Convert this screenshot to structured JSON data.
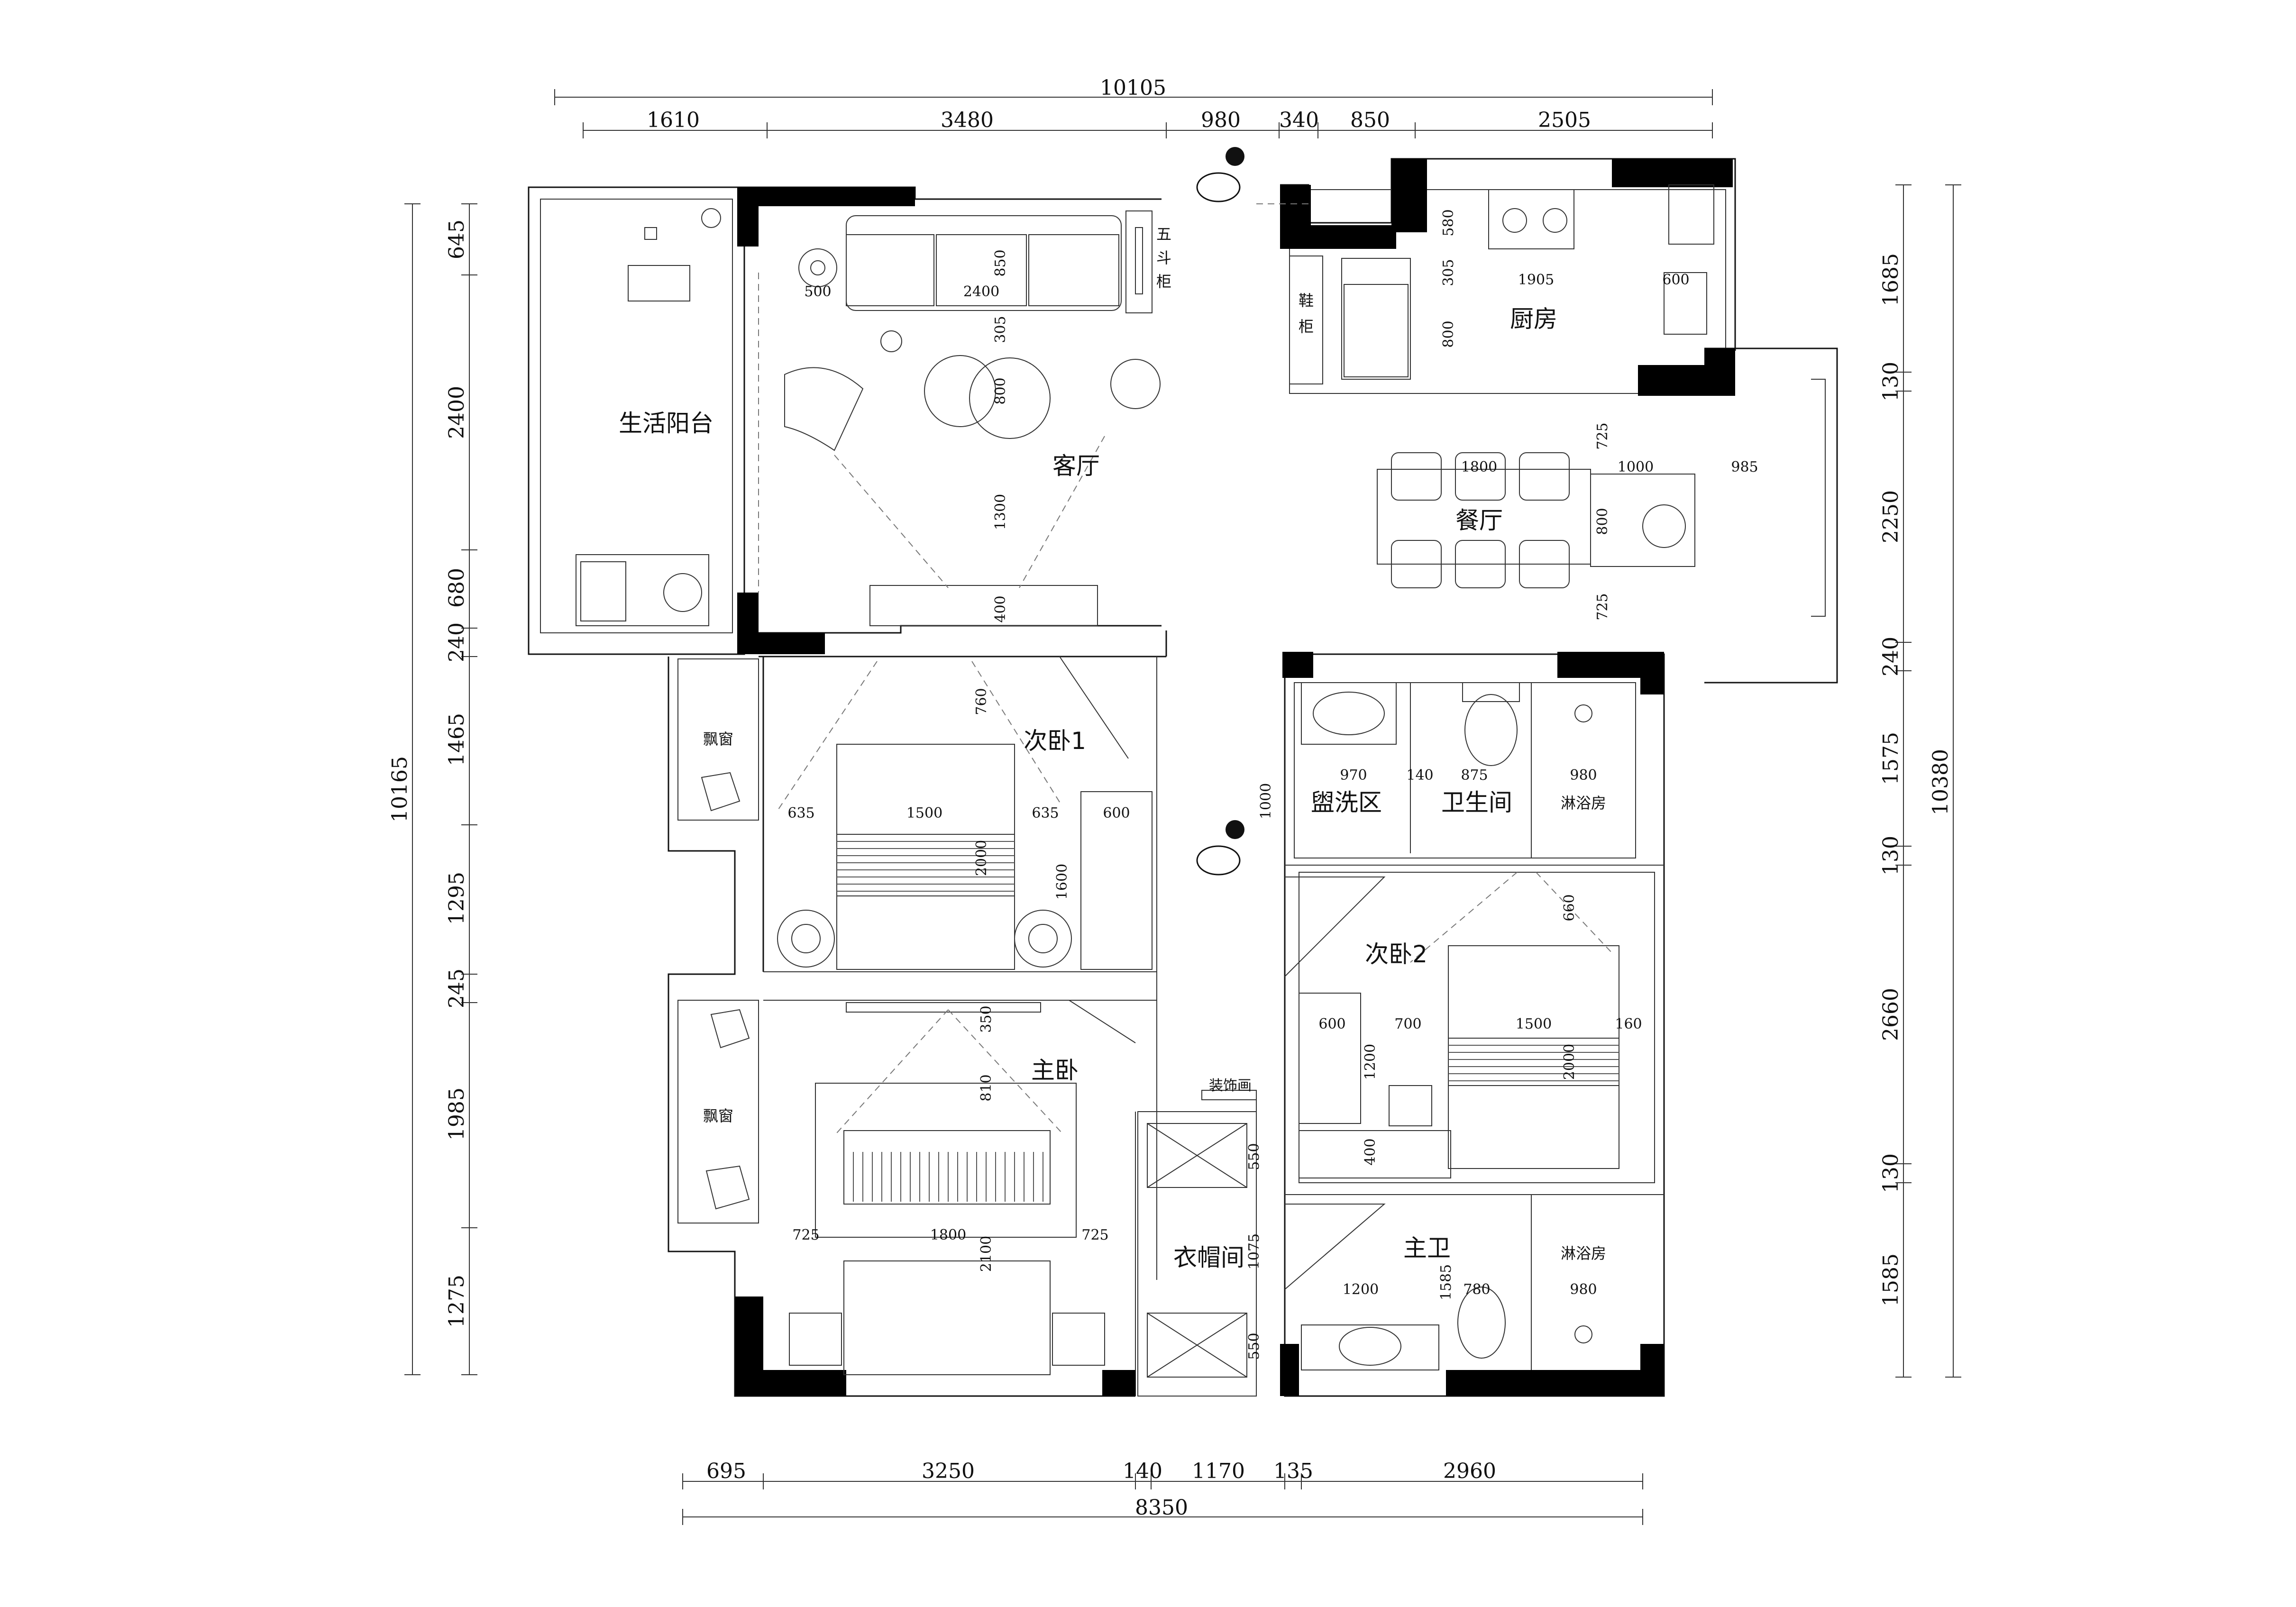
{
  "dims_top_total": "10105",
  "dims_top": [
    "1610",
    "3480",
    "980",
    "340",
    "850",
    "2505"
  ],
  "dims_bottom": [
    "695",
    "3250",
    "140",
    "1170",
    "135",
    "2960"
  ],
  "dims_bottom_total": "8350",
  "dims_left": [
    "645",
    "2400",
    "680",
    "240",
    "1465",
    "1295",
    "245",
    "1985",
    "1275"
  ],
  "dims_left_total": "10165",
  "dims_right": [
    "1685",
    "130",
    "2250",
    "240",
    "1575",
    "130",
    "2660",
    "130",
    "1585"
  ],
  "dims_right_total": "10380",
  "rooms": {
    "balcony": "生活阳台",
    "living": "客厅",
    "kitchen": "厨房",
    "dining": "餐厅",
    "bedroom2": "次卧1",
    "bay1": "飘窗",
    "bay2": "飘窗",
    "master": "主卧",
    "wash": "盥洗区",
    "toilet": "卫生间",
    "shower1": "淋浴房",
    "bedroom3": "次卧2",
    "closet": "衣帽间",
    "master_bath": "主卫",
    "shower2": "淋浴房"
  },
  "furniture": {
    "chest": [
      "五",
      "斗",
      "柜"
    ],
    "shoe": [
      "鞋",
      "柜"
    ],
    "decor": "装饰画"
  },
  "inner": {
    "sofa_w": "2400",
    "sofa_d": "850",
    "lamp": "500",
    "tv_gap": "305",
    "table": "800",
    "view": "1300",
    "tv": "400",
    "k1": "580",
    "k2": "305",
    "k3": "1905",
    "k4": "600",
    "k5": "800",
    "d1": "725",
    "d2": "1800",
    "d3": "1000",
    "d4": "985",
    "d5": "800",
    "d6": "725",
    "b1": "760",
    "b2": "635",
    "b3": "1500",
    "b4": "635",
    "b5": "600",
    "b6": "2000",
    "b7": "1600",
    "m1": "350",
    "m2": "810",
    "m3": "725",
    "m4": "1800",
    "m5": "725",
    "m6": "2100",
    "c1": "550",
    "c2": "1075",
    "c3": "550",
    "w1": "970",
    "w2": "140",
    "w3": "875",
    "w4": "980",
    "w5": "1000",
    "r1": "660",
    "r2": "600",
    "r3": "700",
    "r4": "1500",
    "r5": "160",
    "r6": "2000",
    "r7": "1200",
    "r8": "400",
    "mb1": "1200",
    "mb2": "1585",
    "mb3": "780",
    "mb4": "980"
  }
}
